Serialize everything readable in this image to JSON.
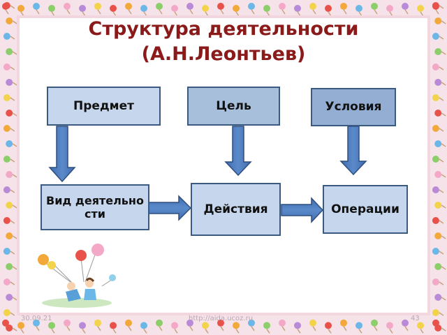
{
  "slide": {
    "title_line1": "Структура деятельности",
    "title_line2": "(А.Н.Леонтьев)"
  },
  "boxes": {
    "subject": "Предмет",
    "goal": "Цель",
    "conditions": "Условия",
    "activity": "Вид деятельности",
    "actions": "Действия",
    "operations": "Операции"
  },
  "footer": {
    "date": "30.09.21",
    "url": "http://aida.ucoz.ru",
    "page": "43"
  },
  "colors": {
    "title": "#8b1a1a",
    "box_light": "#c6d6ec",
    "box_dark": "#93aed2",
    "arrow": "#4f7fbf"
  }
}
